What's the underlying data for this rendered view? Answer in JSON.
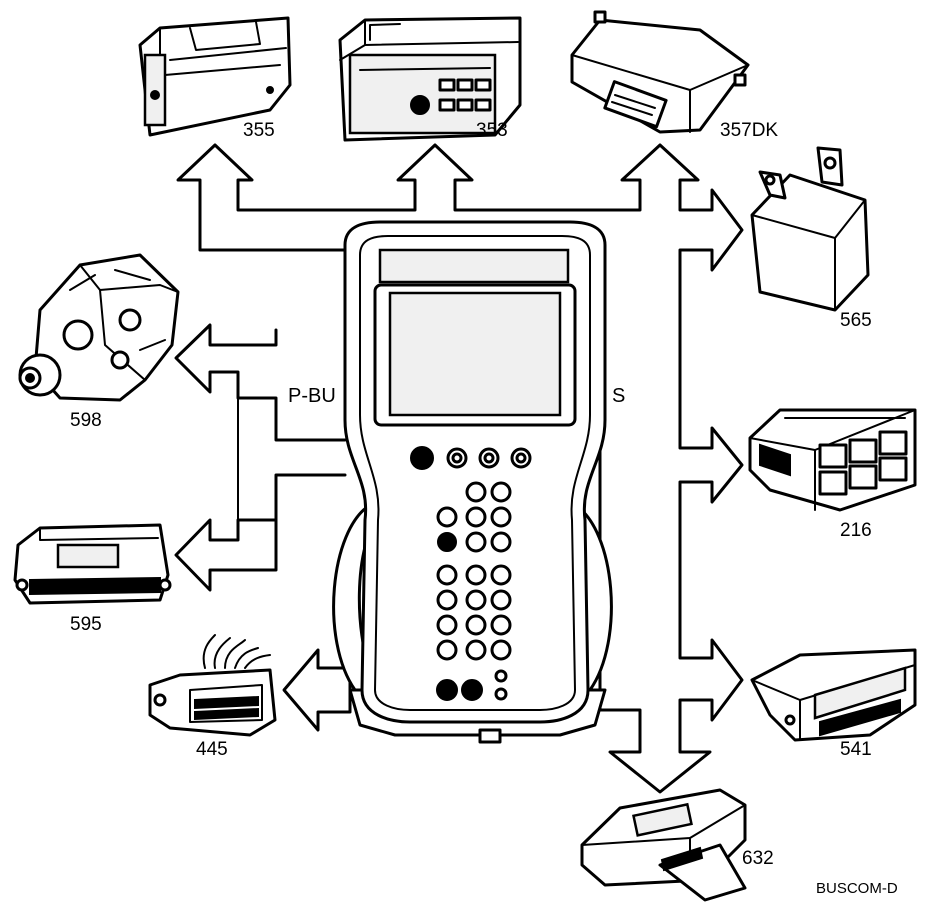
{
  "diagram": {
    "labels": {
      "unit_355": "355",
      "unit_353": "353",
      "unit_357dk": "357DK",
      "unit_565": "565",
      "unit_598": "598",
      "unit_216": "216",
      "unit_595": "595",
      "unit_445": "445",
      "unit_541": "541",
      "unit_632": "632"
    },
    "bus_labels": {
      "left_partial": "P-BU",
      "right_partial": "S"
    },
    "figure_code": "BUSCOM-D"
  }
}
